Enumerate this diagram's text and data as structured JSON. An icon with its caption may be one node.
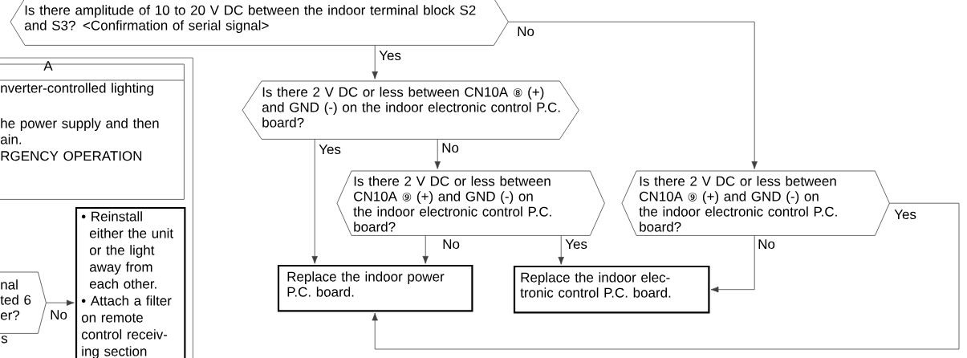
{
  "diagram": {
    "nodes": [
      {
        "text": [
          "Is there amplitude of 10 to 20 V DC between the indoor terminal block S2 and S3? <Confirmation of serial signal>"
        ]
      },
      {
        "text": [],
        "shape": "box"
      },
      {
        "text": [
          "A",
          "nverter-controlled lighting",
          "he power supply and then",
          "ain.",
          "RGENCY OPERATION"
        ],
        "in": 1
      },
      {
        "text": [
          "nal",
          "ted 6",
          "er?"
        ],
        "in": 1
      },
      {
        "text": [
          "• Reinstall either the unit or the light away from each other.",
          "• Attach a filter on remote control receiv- ing section"
        ],
        "in": 1
      },
      {
        "text": [
          "Is there 2 V DC or less between CN10A ⑧ (+) and GND (-) on the indoor electronic control P.C. board?"
        ]
      },
      {
        "text": [
          "Is there 2 V DC or less between CN10A ⑨ (+) and GND (-) on the indoor electronic control P.C. board?"
        ]
      },
      {
        "text": [
          "Is there 2 V DC or less between CN10A ⑨ (+) and GND (-) on the indoor electronic control P.C. board?"
        ]
      },
      {
        "text": [
          "Replace the indoor power P.C. board."
        ]
      },
      {
        "text": [
          "Replace the indoor elec- tronic control P.C. board."
        ]
      }
    ],
    "edges": [
      {
        "from": 0,
        "to": 5,
        "arrow": "to",
        "label": "Yes"
      },
      {
        "from": 0,
        "to": 7,
        "arrow": "to",
        "label": "No"
      },
      {
        "from": 5,
        "to": 8,
        "arrow": "to",
        "label": "Yes"
      },
      {
        "from": 5,
        "to": 6,
        "arrow": "to",
        "label": "No"
      },
      {
        "from": 6,
        "to": 8,
        "arrow": "to",
        "label": "No"
      },
      {
        "from": 6,
        "to": 9,
        "arrow": "to",
        "label": "Yes"
      },
      {
        "from": 7,
        "to": 9,
        "arrow": "to",
        "label": "No"
      },
      {
        "from": 7,
        "to": 8,
        "arrow": "to",
        "label": "Yes"
      },
      {
        "from": 3,
        "to": 4,
        "arrow": "to",
        "label": "No"
      }
    ],
    "labels": [
      "s"
    ]
  }
}
